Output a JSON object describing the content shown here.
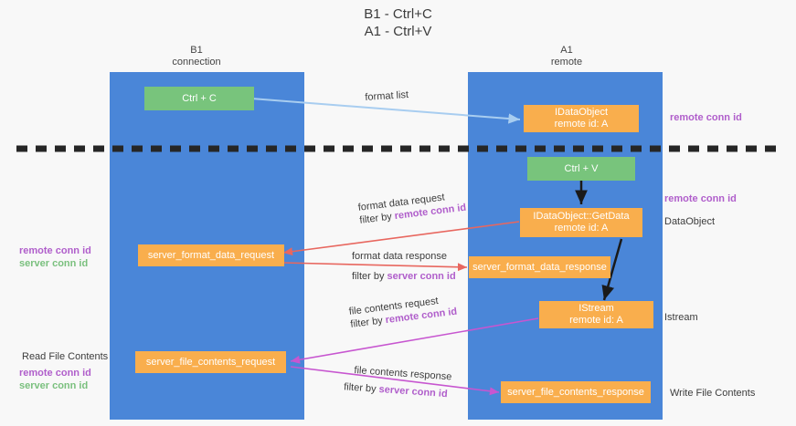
{
  "title": {
    "line1": "B1 - Ctrl+C",
    "line2": "A1 - Ctrl+V"
  },
  "lanes": [
    {
      "id": "b1",
      "name": "B1",
      "role": "connection"
    },
    {
      "id": "a1",
      "name": "A1",
      "role": "remote"
    }
  ],
  "nodes": {
    "ctrl_c": {
      "line1": "Ctrl + C",
      "line2": "",
      "color": "#78c47c"
    },
    "idataobject": {
      "line1": "IDataObject",
      "line2": "remote id: A",
      "color": "#f9ae4d"
    },
    "ctrl_v": {
      "line1": "Ctrl + V",
      "line2": "",
      "color": "#78c47c"
    },
    "getdata": {
      "line1": "IDataObject::GetData",
      "line2": "remote id: A",
      "color": "#f9ae4d"
    },
    "fmt_req": {
      "line1": "server_format_data_request",
      "line2": "",
      "color": "#f9ae4d"
    },
    "fmt_resp": {
      "line1": "server_format_data_response",
      "line2": "",
      "color": "#f9ae4d"
    },
    "istream": {
      "line1": "IStream",
      "line2": "remote id: A",
      "color": "#f9ae4d"
    },
    "file_req": {
      "line1": "server_file_contents_request",
      "line2": "",
      "color": "#f9ae4d"
    },
    "file_resp": {
      "line1": "server_file_contents_response",
      "line2": "",
      "color": "#f9ae4d"
    }
  },
  "edges": {
    "format_list": {
      "l1": "format list",
      "l2_prefix": "",
      "l2_key": ""
    },
    "fmt_data_request": {
      "l1": "format data request",
      "l2_prefix": "filter by ",
      "l2_key": "remote conn id"
    },
    "fmt_data_response": {
      "l1": "format data response",
      "l2_prefix": "filter by ",
      "l2_key": "server conn id"
    },
    "file_contents_request": {
      "l1": "file contents request",
      "l2_prefix": "filter by ",
      "l2_key": "remote conn id"
    },
    "file_contents_response": {
      "l1": "file contents response",
      "l2_prefix": "filter by ",
      "l2_key": "server conn id"
    }
  },
  "annotations": {
    "right_top_conn": "remote conn id",
    "right_mid_conn": "remote conn id",
    "right_dataobject": "DataObject",
    "right_istream": "Istream",
    "right_write_file": "Write File Contents",
    "left_mid_remote": "remote conn id",
    "left_mid_server": "server conn id",
    "left_read_file": "Read File Contents",
    "left_bot_remote": "remote conn id",
    "left_bot_server": "server conn id"
  },
  "colors": {
    "lane": "#4a86d8",
    "green_node": "#78c47c",
    "orange_node": "#f9ae4d",
    "purple": "#b05ecb",
    "green_text": "#7ac07e",
    "arrow_blue": "#a8cdf0",
    "arrow_red": "#e8675f",
    "arrow_black": "#1a1a1a",
    "arrow_magenta": "#c756d0",
    "background": "#f8f8f8",
    "divider": "#262626"
  }
}
